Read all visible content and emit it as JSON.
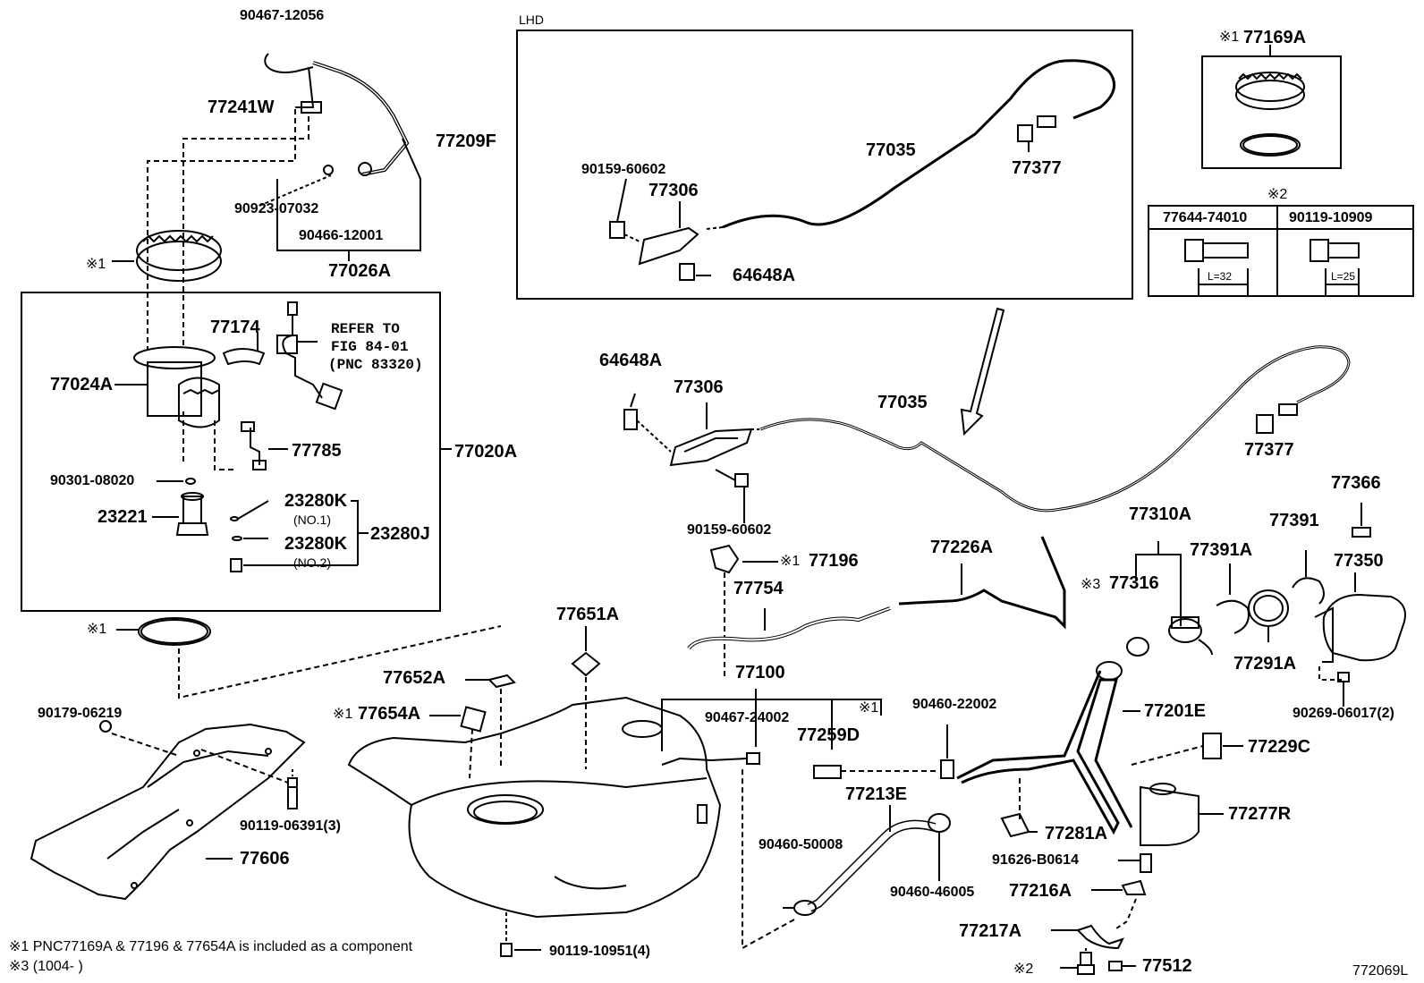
{
  "labels": {
    "p90467_12056": "90467-12056",
    "p77241W": "77241W",
    "p77209F": "77209F",
    "p90923_07032": "90923-07032",
    "p90466_12001": "90466-12001",
    "p77026A": "77026A",
    "ref1_a": "※1",
    "p77174": "77174",
    "refer_to": "REFER TO",
    "fig": "FIG 84-01",
    "pnc": "(PNC 83320)",
    "p77024A": "77024A",
    "p77785": "77785",
    "p77020A": "77020A",
    "p90301_08020": "90301-08020",
    "p23221": "23221",
    "p23280K_1": "23280K",
    "no1": "(NO.1)",
    "p23280K_2": "23280K",
    "no2": "(NO.2)",
    "p23280J": "23280J",
    "ref1_b": "※1",
    "p90179_06219": "90179-06219",
    "p90119_06391": "90119-06391(3)",
    "p77606": "77606",
    "lhd": "LHD",
    "p90159_60602_a": "90159-60602",
    "p77306_a": "77306",
    "p77035_a": "77035",
    "p77377_a": "77377",
    "p64648A_a": "64648A",
    "ref1_77169A": "※1",
    "p77169A": "77169A",
    "ref2_table": "※2",
    "t_col1": "77644-74010",
    "t_col2": "90119-10909",
    "t_l32": "L=32",
    "t_l25": "L=25",
    "p64648A_b": "64648A",
    "p77306_b": "77306",
    "p77035_b": "77035",
    "p77377_b": "77377",
    "p90159_60602_b": "90159-60602",
    "ref1_77196": "※1",
    "p77196": "77196",
    "p77754": "77754",
    "p77226A": "77226A",
    "p77651A": "77651A",
    "p77652A": "77652A",
    "ref1_77654A": "※1",
    "p77654A": "77654A",
    "p77100": "77100",
    "p90467_24002": "90467-24002",
    "ref1_c": "※1",
    "p90460_22002": "90460-22002",
    "p77259D": "77259D",
    "p77213E": "77213E",
    "p90460_50008": "90460-50008",
    "p90460_46005": "90460-46005",
    "p77310A": "77310A",
    "ref3_77316": "※3",
    "p77316": "77316",
    "p77391A": "77391A",
    "p77391": "77391",
    "p77366": "77366",
    "p77350": "77350",
    "p77291A": "77291A",
    "p90269_06017": "90269-06017(2)",
    "p77201E": "77201E",
    "p77229C": "77229C",
    "p77277R": "77277R",
    "p77281A": "77281A",
    "p91626_B0614": "91626-B0614",
    "p77216A": "77216A",
    "p77217A": "77217A",
    "ref2_b": "※2",
    "p77512": "77512",
    "p90119_10951": "90119-10951(4)",
    "diagram_id": "772069L"
  },
  "notes": {
    "note1": "※1 PNC77169A & 77196 & 77654A is included as a component",
    "note3": "※3 (1004-        )"
  }
}
